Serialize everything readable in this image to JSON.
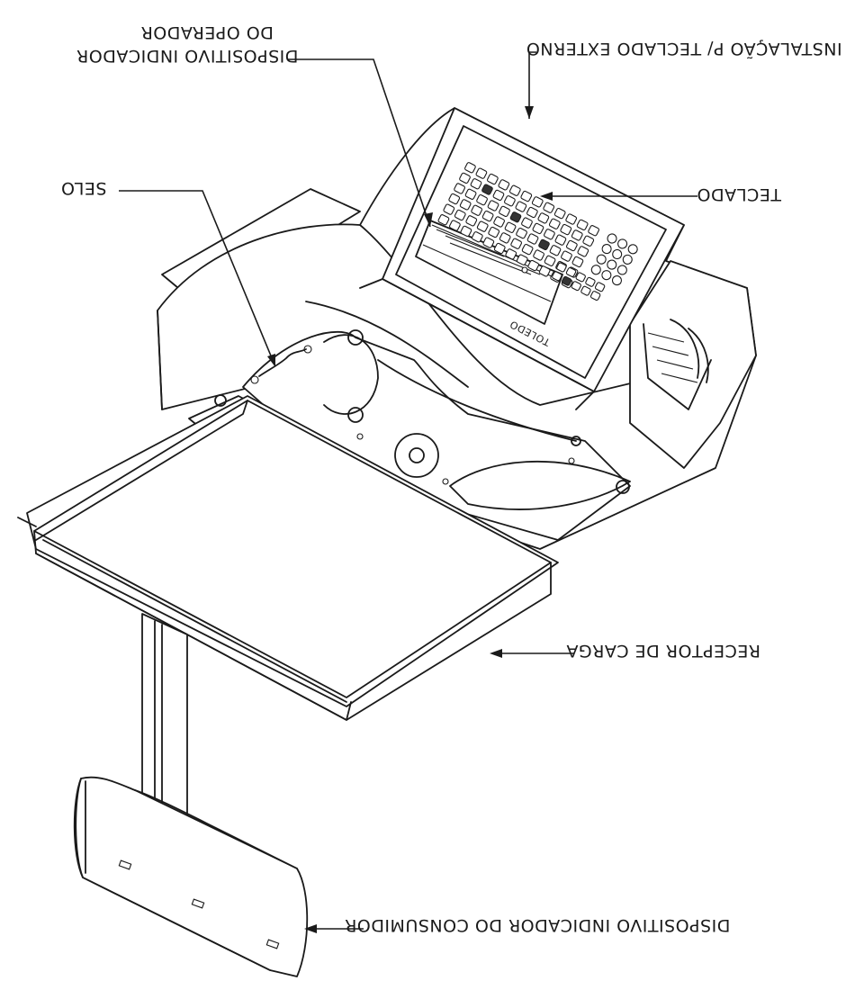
{
  "labels": {
    "operator_display_line1": "DO OPERADOR",
    "operator_display_line2": "DISPOSITIVO INDICADOR",
    "external_keyboard": "INSTALAÇÃO P/ TECLADO EXTERNO",
    "keyboard": "TECLADO",
    "seal": "SELO",
    "load_receptor": "RECEPTOR DE CARGA",
    "consumer_display": "DISPOSITIVO INDICADOR DO CONSUMIDOR",
    "brand": "TOLEDO"
  }
}
